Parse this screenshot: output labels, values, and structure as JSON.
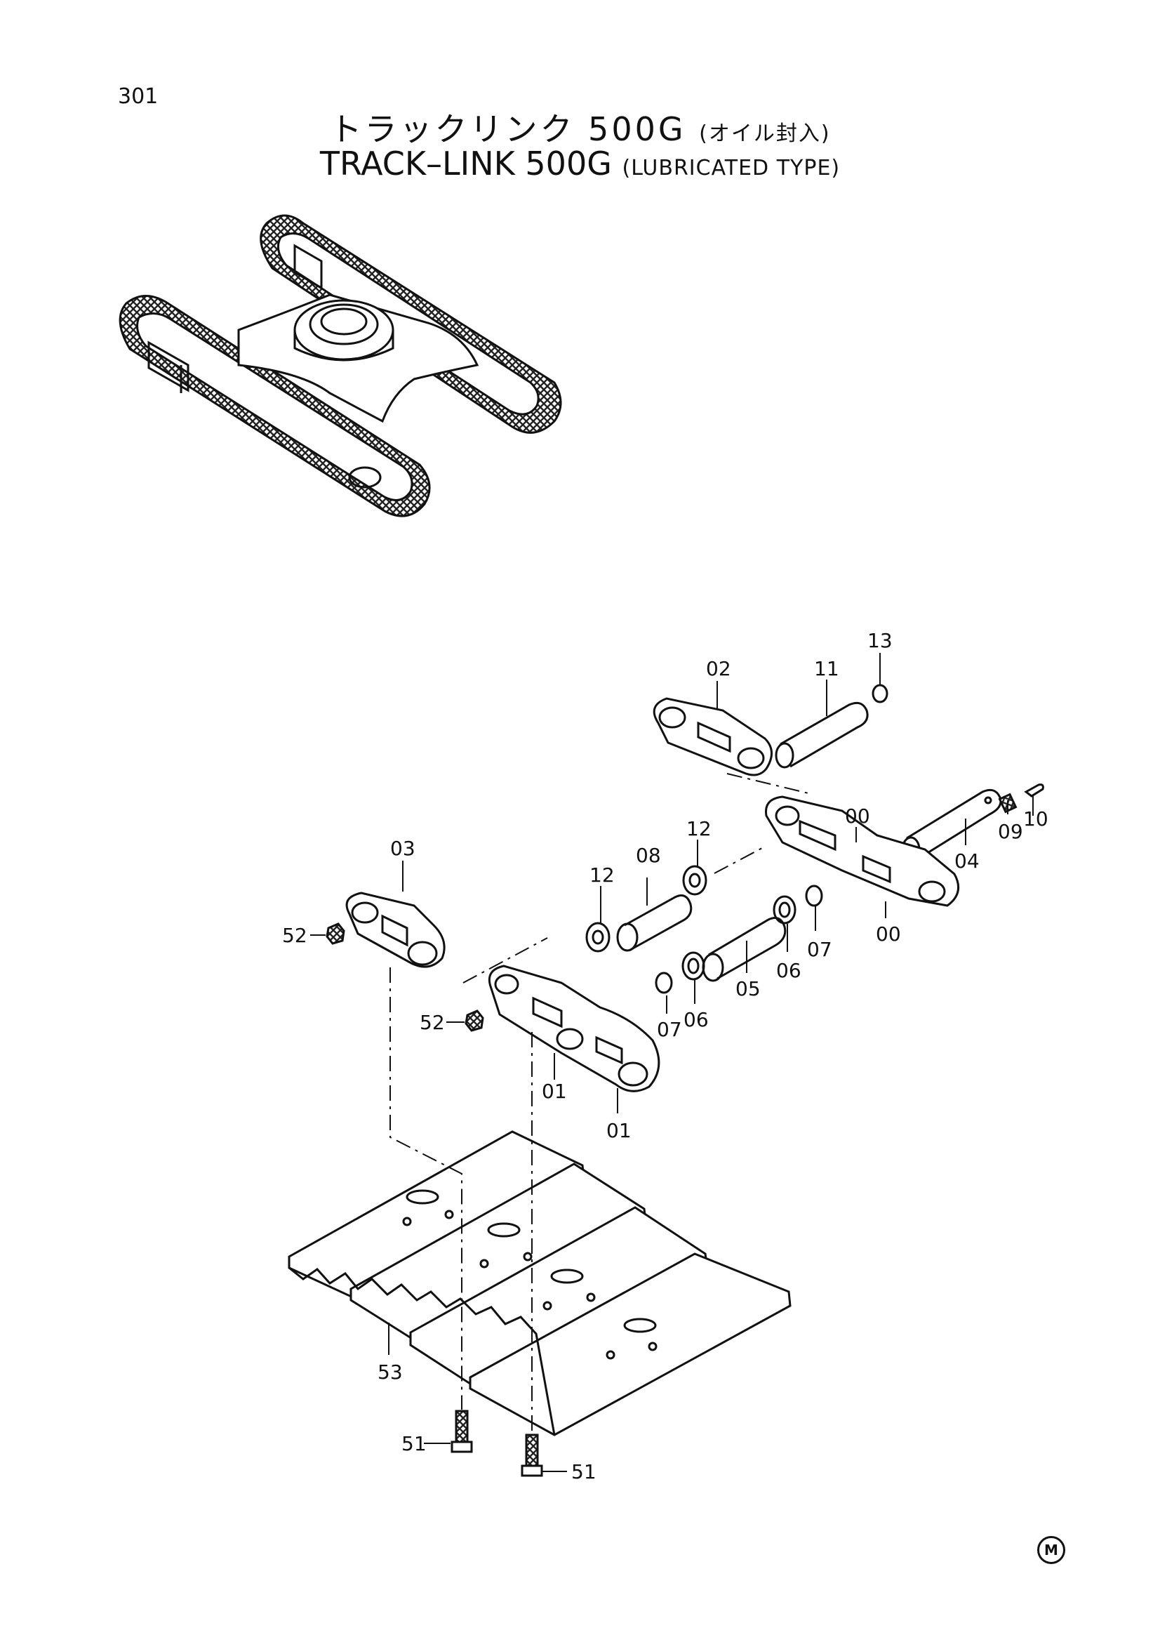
{
  "page_number": "301",
  "title_jp": {
    "main": "トラックリンク 500G",
    "sub": "(オイル封入)"
  },
  "title_en": {
    "main": "TRACK–LINK 500G",
    "sub": "(LUBRICATED TYPE)"
  },
  "callouts": {
    "c13": "13",
    "c11": "11",
    "c02": "02",
    "c00a": "00",
    "c09": "09",
    "c10": "10",
    "c04": "04",
    "c12a": "12",
    "c08": "08",
    "c12b": "12",
    "c03": "03",
    "c52a": "52",
    "c52b": "52",
    "c07a": "07",
    "c06a": "06",
    "c05": "05",
    "c06b": "06",
    "c07b": "07",
    "c00b": "00",
    "c01a": "01",
    "c01b": "01",
    "c53": "53",
    "c51a": "51",
    "c51b": "51"
  },
  "footer_mark": "M"
}
